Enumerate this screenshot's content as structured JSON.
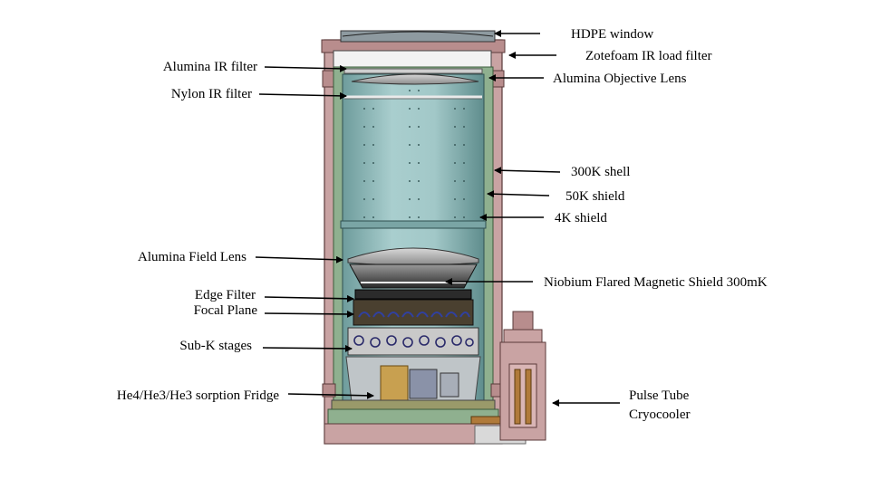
{
  "labels": {
    "hdpe_window": "HDPE window",
    "zotefoam_filter": "Zotefoam  IR load filter",
    "alumina_ir_filter": "Alumina IR filter",
    "alumina_objective_lens": "Alumina Objective Lens",
    "nylon_ir_filter": "Nylon IR filter",
    "shell_300k": "300K shell",
    "shield_50k": "50K shield",
    "shield_4k": "4K shield",
    "alumina_field_lens": "Alumina Field Lens",
    "niobium_shield": "Niobium Flared Magnetic Shield 300mK",
    "edge_filter": "Edge Filter",
    "focal_plane": "Focal Plane",
    "subk_stages": "Sub-K stages",
    "sorption_fridge": "He4/He3/He3 sorption Fridge",
    "pulse_tube_line1": "Pulse Tube",
    "pulse_tube_line2": "Cryocooler"
  },
  "colors": {
    "shell_300k": "#c9a3a3",
    "shield_50k": "#8fb08f",
    "shield_4k": "#7fb3b3",
    "inner_volume": "#9cc3c3",
    "lens": "#c8c8c8",
    "dark_metal": "#3a3a3a",
    "blue_detail": "#3040a0",
    "gold": "#c8a050"
  }
}
